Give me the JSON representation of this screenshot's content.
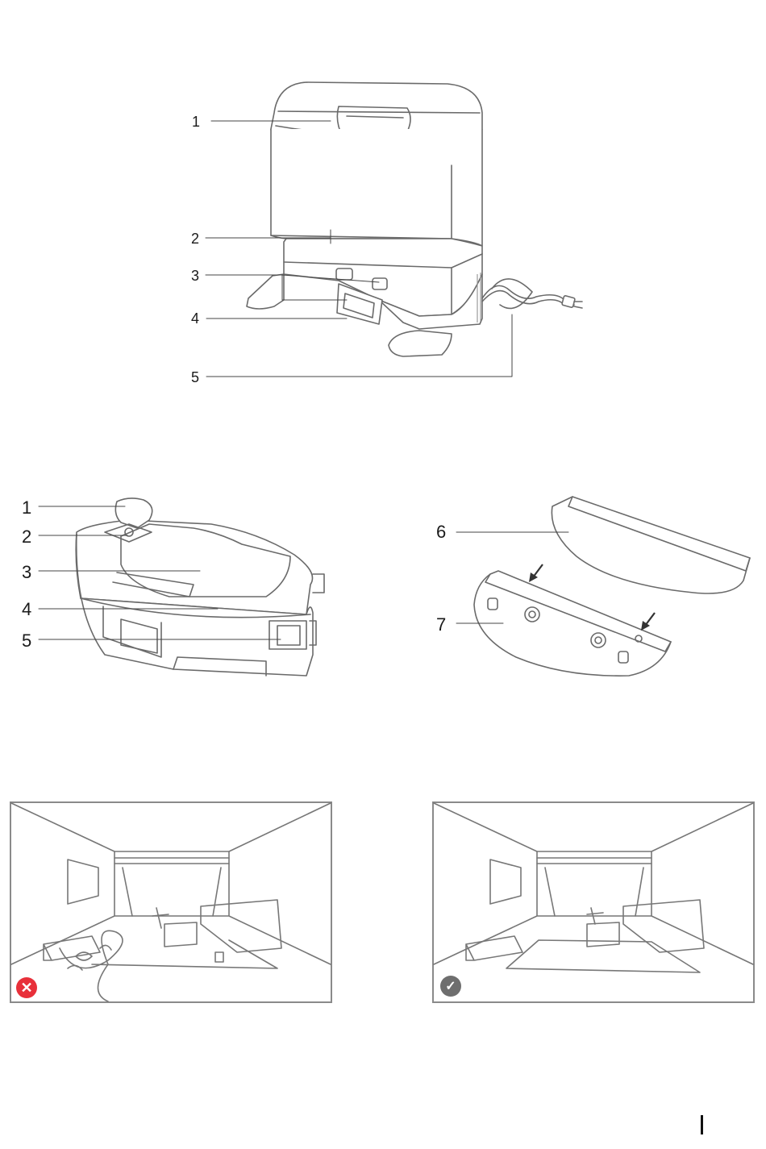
{
  "dock_figure": {
    "callouts": [
      "1",
      "2",
      "3",
      "4",
      "5"
    ]
  },
  "robot_figure": {
    "callouts": [
      "1",
      "2",
      "3",
      "4",
      "5"
    ]
  },
  "mop_figure": {
    "callouts": [
      "6",
      "7"
    ]
  },
  "placement_scenes": [
    {
      "status": "incorrect",
      "status_icon": "cross-icon",
      "color": "#e8303a"
    },
    {
      "status": "correct",
      "status_icon": "check-icon",
      "color": "#6e6e6e"
    }
  ]
}
